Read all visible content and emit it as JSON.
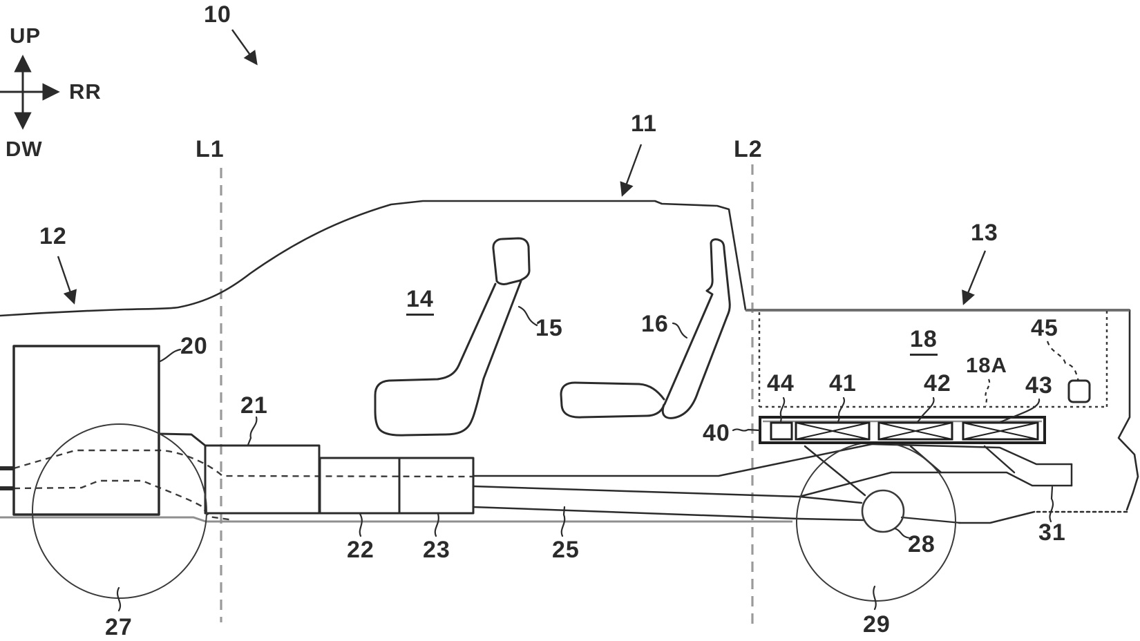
{
  "figure": {
    "kind": "patent-vehicle-side-view",
    "colors": {
      "background": "#ffffff",
      "ink": "#2b2b2b",
      "gray": "#8f8f8f"
    },
    "axis": {
      "up": "UP",
      "down": "DW",
      "rear": "RR"
    },
    "section_lines": {
      "l1": "L1",
      "l2": "L2"
    },
    "labels": {
      "n10": "10",
      "n11": "11",
      "n12": "12",
      "n13": "13",
      "n14": "14",
      "n15": "15",
      "n16": "16",
      "n18": "18",
      "n18a": "18A",
      "n20": "20",
      "n21": "21",
      "n22": "22",
      "n23": "23",
      "n25": "25",
      "n27": "27",
      "n28": "28",
      "n29": "29",
      "n31": "31",
      "n40": "40",
      "n41": "41",
      "n42": "42",
      "n43": "43",
      "n44": "44",
      "n45": "45"
    },
    "underlined_labels": [
      "14",
      "18"
    ]
  }
}
